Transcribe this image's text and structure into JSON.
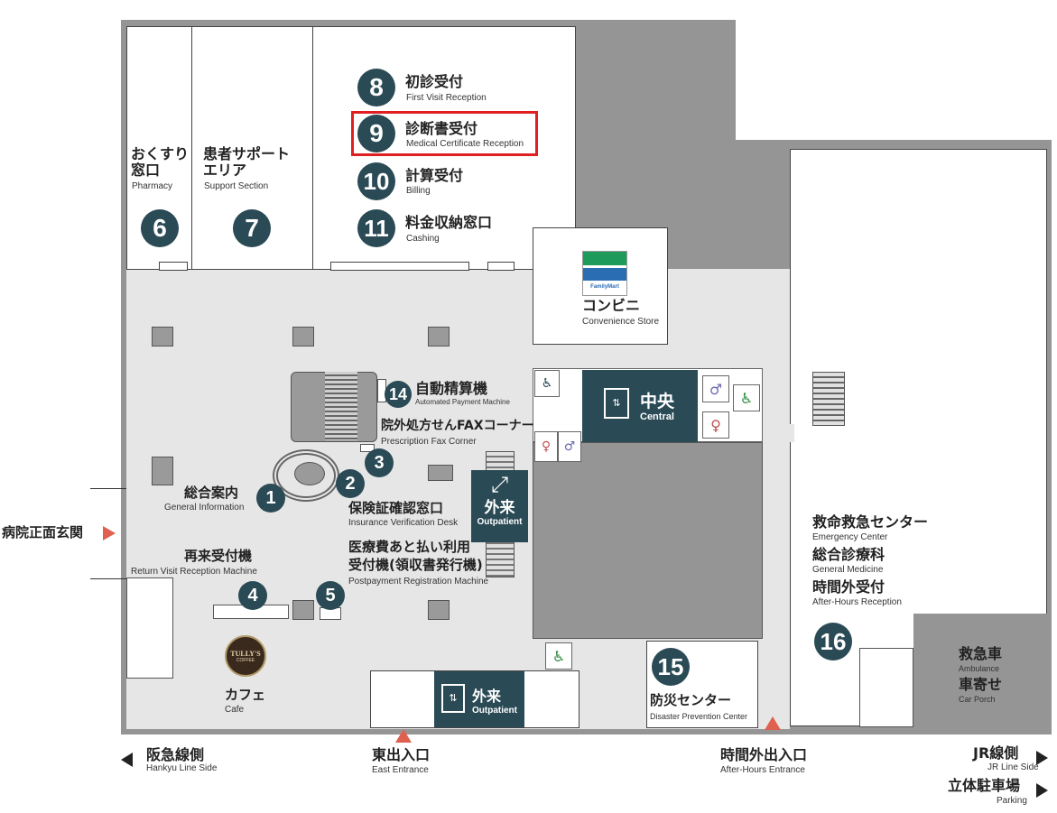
{
  "colors": {
    "marker": "#2a4a55",
    "highlight": "#e02020",
    "entrance": "#e06050",
    "building": "#959595",
    "floor": "#e6e6e6"
  },
  "rooms": {
    "pharmacy": {
      "num": "6",
      "jp": "おくすり\n窓口",
      "en": "Pharmacy"
    },
    "support": {
      "num": "7",
      "jp": "患者サポート\nエリア",
      "en": "Support Section"
    },
    "first_visit": {
      "num": "8",
      "jp": "初診受付",
      "en": "First Visit Reception"
    },
    "med_cert": {
      "num": "9",
      "jp": "診断書受付",
      "en": "Medical Certificate Reception"
    },
    "billing": {
      "num": "10",
      "jp": "計算受付",
      "en": "Billing"
    },
    "cashing": {
      "num": "11",
      "jp": "料金収納窓口",
      "en": "Cashing"
    },
    "store": {
      "brand": "FamilyMart",
      "jp": "コンビニ",
      "en": "Convenience Store"
    },
    "auto_pay": {
      "num": "14",
      "jp": "自動精算機",
      "en": "Automated Payment Machine"
    },
    "fax": {
      "jp": "院外処方せんFAXコーナー",
      "en": "Prescription Fax Corner"
    },
    "central": {
      "jp": "中央",
      "en": "Central"
    },
    "outpatient_esc": {
      "jp": "外来",
      "en": "Outpatient"
    },
    "outpatient_elev": {
      "jp": "外来",
      "en": "Outpatient"
    },
    "general_info": {
      "num": "1",
      "jp": "総合案内",
      "en": "General Information"
    },
    "insurance": {
      "num": "2",
      "jp": "保険証確認窓口",
      "en": "Insurance Verification Desk"
    },
    "marker3": {
      "num": "3"
    },
    "return_visit": {
      "num": "4",
      "jp": "再来受付機",
      "en": "Return Visit Reception Machine"
    },
    "postpay": {
      "num": "5",
      "jp1": "医療費あと払い利用",
      "jp2": "受付機(領収書発行機)",
      "en": "Postpayment Registration Machine"
    },
    "cafe": {
      "brand": "TULLY'S",
      "brand_sub": "COFFEE",
      "jp": "カフェ",
      "en": "Cafe"
    },
    "disaster": {
      "num": "15",
      "jp": "防災センター",
      "en": "Disaster Prevention Center"
    },
    "emergency": {
      "num": "16",
      "jp1": "救命救急センター",
      "en1": "Emergency Center",
      "jp2": "総合診療科",
      "en2": "General Medicine",
      "jp3": "時間外受付",
      "en3": "After-Hours Reception"
    },
    "ambulance": {
      "jp1": "救急車",
      "en1": "Ambulance",
      "jp2": "車寄せ",
      "en2": "Car Porch"
    }
  },
  "entrances": {
    "main": "病院正面玄関",
    "east": {
      "jp": "東出入口",
      "en": "East Entrance"
    },
    "after_hours": {
      "jp": "時間外出入口",
      "en": "After-Hours Entrance"
    }
  },
  "directions": {
    "hankyu": {
      "jp": "阪急線側",
      "en": "Hankyu Line Side"
    },
    "jr": {
      "jp": "JR線側",
      "en": "JR Line Side"
    },
    "parking": {
      "jp": "立体駐車場",
      "en": "Parking"
    }
  }
}
